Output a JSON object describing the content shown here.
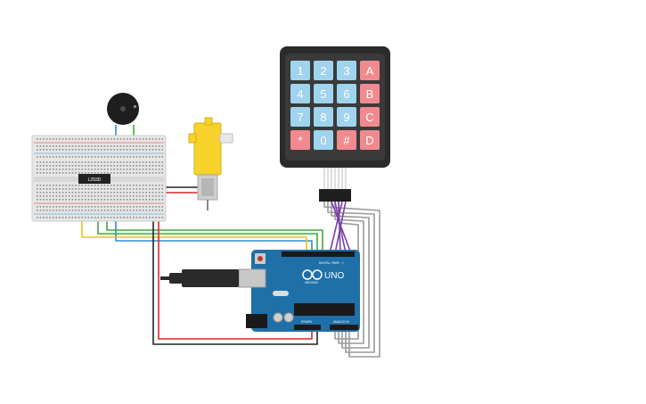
{
  "keypad": {
    "rows": [
      [
        {
          "label": "1",
          "type": "num"
        },
        {
          "label": "2",
          "type": "num"
        },
        {
          "label": "3",
          "type": "num"
        },
        {
          "label": "A",
          "type": "letter"
        }
      ],
      [
        {
          "label": "4",
          "type": "num"
        },
        {
          "label": "5",
          "type": "num"
        },
        {
          "label": "6",
          "type": "num"
        },
        {
          "label": "B",
          "type": "letter"
        }
      ],
      [
        {
          "label": "7",
          "type": "num"
        },
        {
          "label": "8",
          "type": "num"
        },
        {
          "label": "9",
          "type": "num"
        },
        {
          "label": "C",
          "type": "letter"
        }
      ],
      [
        {
          "label": "*",
          "type": "letter"
        },
        {
          "label": "0",
          "type": "num"
        },
        {
          "label": "#",
          "type": "letter"
        },
        {
          "label": "D",
          "type": "letter"
        }
      ]
    ]
  },
  "arduino": {
    "logo_text": "ARDUINO",
    "model_text": "UNO",
    "digital_label": "DIGITAL (PWM ~)",
    "power_label": "POWER",
    "analog_label": "ANALOG IN"
  },
  "driver_chip": {
    "label": "L293D"
  },
  "colors": {
    "board_blue": "#1f6fa8",
    "key_blue": "#9fd3ee",
    "key_red": "#f08a8e",
    "keypad_body": "#2b2b2b",
    "motor_yellow": "#f6d22a",
    "breadboard": "#e6e6e6",
    "wire_red": "#d62828",
    "wire_yellow": "#e8c51a",
    "wire_green": "#3caa3c",
    "wire_blue": "#2a8fd0",
    "wire_black": "#222222",
    "wire_gray": "#9a9a9a",
    "wire_purple": "#7a3ea8"
  }
}
